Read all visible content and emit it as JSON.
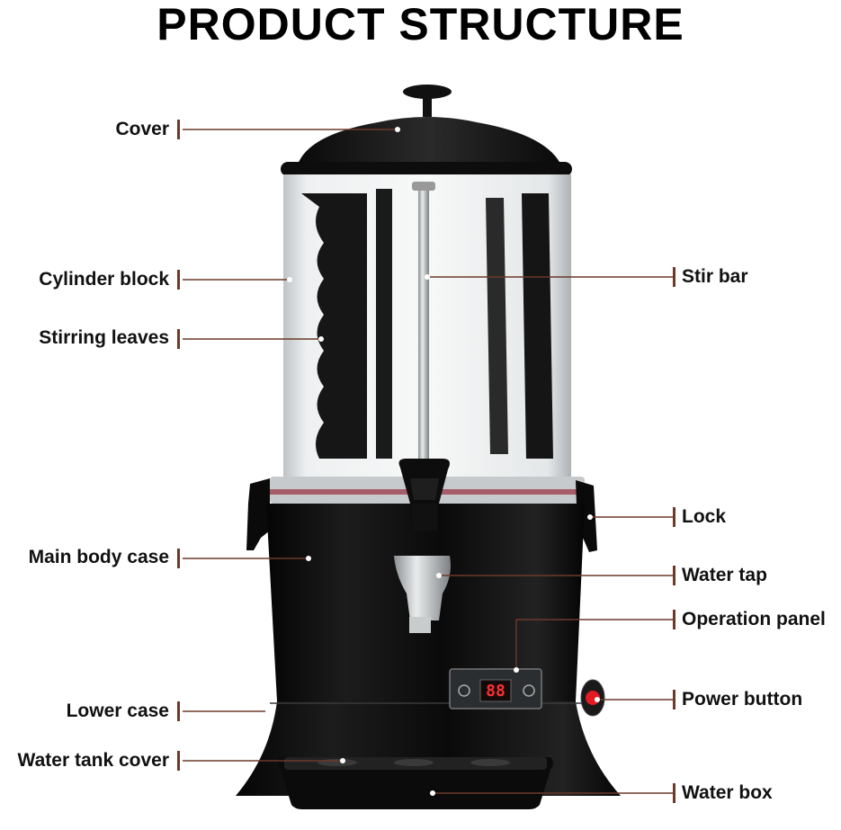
{
  "title": "PRODUCT STRUCTURE",
  "colors": {
    "accent": "#6b3a2a",
    "body": "#0f0f0f",
    "glass": "#d9dcde",
    "steel": "#b8bcbf"
  },
  "labels_left": [
    {
      "key": "cover",
      "text": "Cover"
    },
    {
      "key": "cylinder-block",
      "text": "Cylinder block"
    },
    {
      "key": "stirring-leaves",
      "text": "Stirring leaves"
    },
    {
      "key": "main-body-case",
      "text": "Main body case"
    },
    {
      "key": "lower-case",
      "text": "Lower case"
    },
    {
      "key": "water-tank-cover",
      "text": "Water tank cover"
    }
  ],
  "labels_right": [
    {
      "key": "stir-bar",
      "text": "Stir bar"
    },
    {
      "key": "lock",
      "text": "Lock"
    },
    {
      "key": "water-tap",
      "text": "Water tap"
    },
    {
      "key": "operation-panel",
      "text": "Operation panel"
    },
    {
      "key": "power-button",
      "text": "Power button"
    },
    {
      "key": "water-box",
      "text": "Water box"
    }
  ],
  "panel": {
    "display": "88"
  }
}
